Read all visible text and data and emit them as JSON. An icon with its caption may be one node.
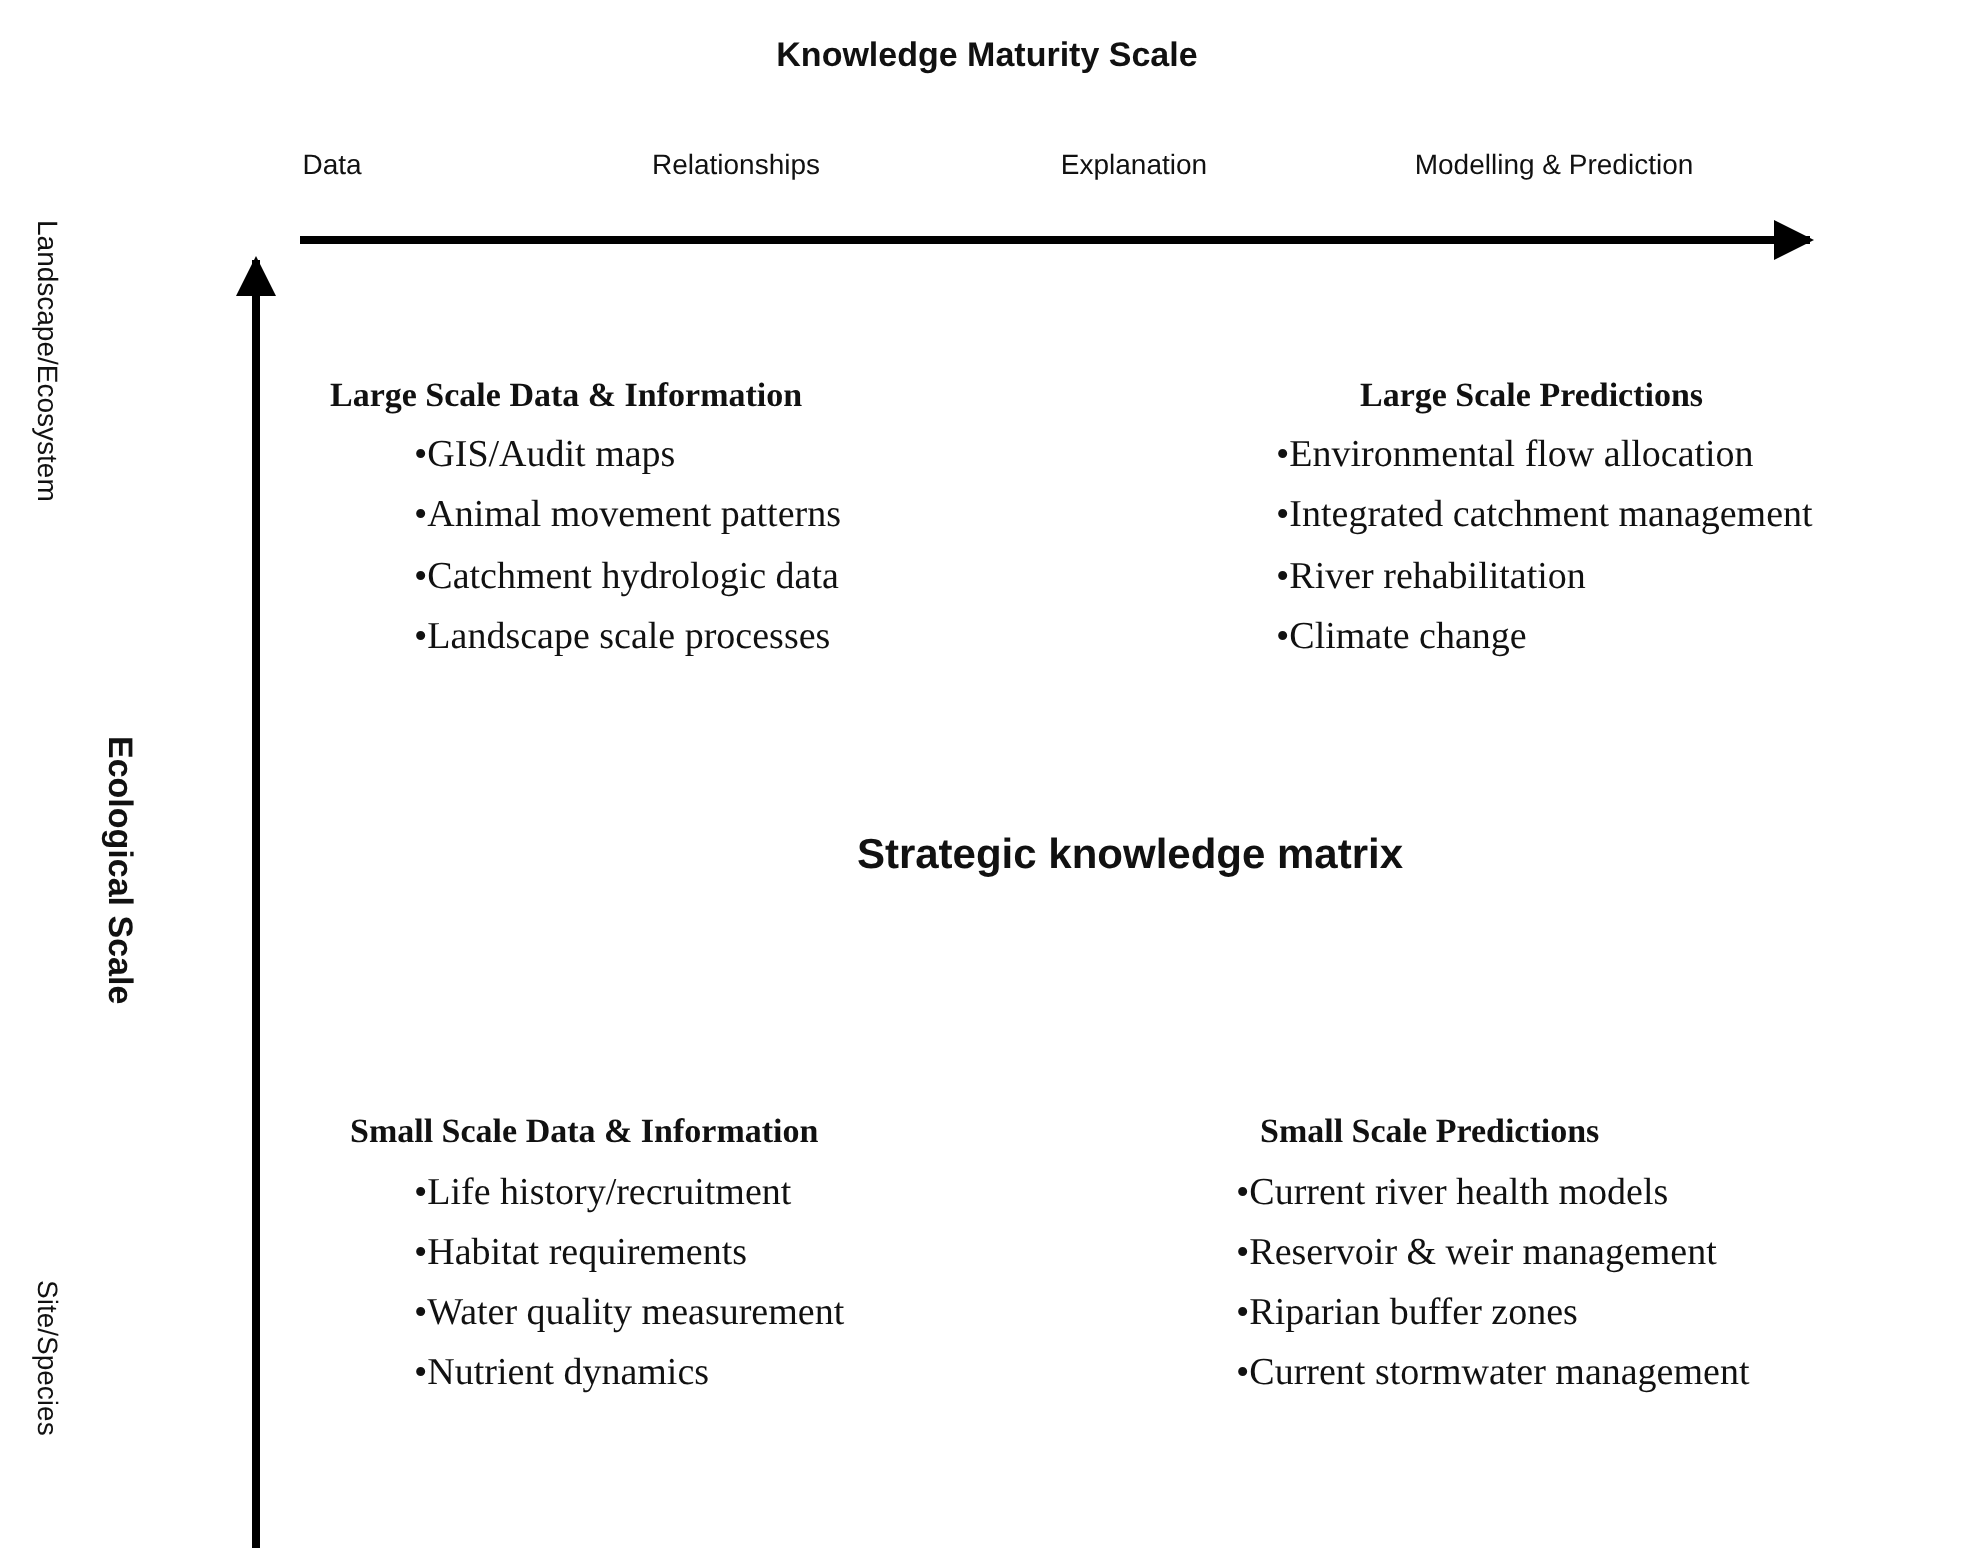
{
  "diagram": {
    "title": "Knowledge Maturity Scale",
    "labels": [
      "Data",
      "Relationships",
      "Explanation",
      "Modelling & Prediction",
      "Landscape/Ecosystem",
      "Large Scale Data & Information",
      "•GIS/Audit maps",
      "•Animal movement patterns",
      "•Catchment hydrologic data",
      "•Landscape scale processes",
      "Large Scale Predictions",
      "•Environmental flow allocation",
      "•Integrated catchment management",
      "•River rehabilitation",
      "•Climate change",
      "Ecological Scale",
      "Strategic knowledge matrix",
      "Small Scale Data & Information",
      "•Life history/recruitment",
      "•Habitat requirements",
      "•Water quality measurement",
      "•Nutrient dynamics",
      "Small Scale Predictions",
      "•Current river health models",
      "•Reservoir & weir management",
      "•Riparian buffer zones",
      "•Current stormwater management",
      "Site/Species"
    ]
  }
}
